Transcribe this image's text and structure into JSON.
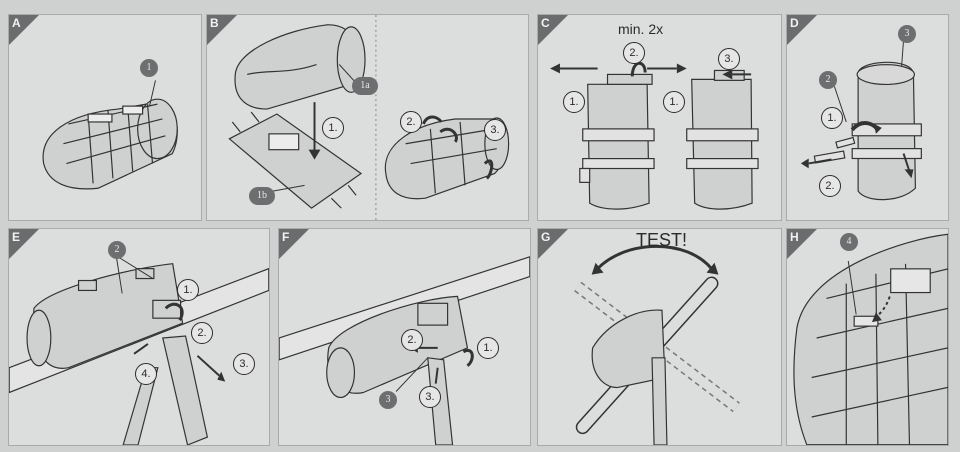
{
  "panels": [
    {
      "letter": "A",
      "callouts": [
        "1"
      ]
    },
    {
      "letter": "B",
      "callouts": [
        "1a",
        "1b"
      ],
      "steps": [
        "1.",
        "2.",
        "3."
      ]
    },
    {
      "letter": "C",
      "heading": "min. 2x",
      "steps": [
        "2.",
        "1.",
        "1.",
        "3."
      ]
    },
    {
      "letter": "D",
      "callouts": [
        "3",
        "2"
      ],
      "steps": [
        "1.",
        "2."
      ]
    },
    {
      "letter": "E",
      "callouts": [
        "2"
      ],
      "steps": [
        "1.",
        "2.",
        "3.",
        "4."
      ]
    },
    {
      "letter": "F",
      "callouts": [
        "3"
      ],
      "steps": [
        "2.",
        "1.",
        "3."
      ]
    },
    {
      "letter": "G",
      "heading": "TEST!"
    },
    {
      "letter": "H",
      "callouts": [
        "4"
      ]
    }
  ],
  "colors": {
    "background": "#cfd0d0",
    "panel": "#dcdddd",
    "ink": "#2b2b2b",
    "callout": "#6c6e6f"
  }
}
